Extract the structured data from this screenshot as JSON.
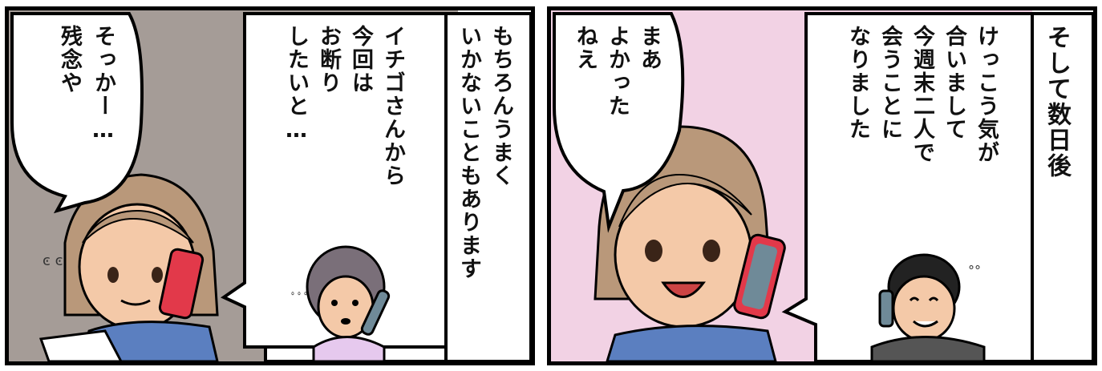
{
  "colors": {
    "left_bg": "#a59c97",
    "right_bg": "#f2d2e4",
    "hair": "#b9987a",
    "skin": "#f4c9a8",
    "shirt_blue": "#5b7fc0",
    "phone_red": "#e2394a",
    "phone_gray": "#6f8a98"
  },
  "left_panel": {
    "narration": "もちろんうまく\nいかないこともあります",
    "caller_bubble": "イチゴさんから\n今回は\nお断り\nしたいと…",
    "woman_bubble": "そっかー…\n残念や"
  },
  "right_panel": {
    "narration": "そして数日後",
    "caller_bubble": "けっこう気が\n合いまして\n今週末二人で\n会うことに\nなりました",
    "woman_bubble": "まあ\nよかった\nねえ"
  }
}
